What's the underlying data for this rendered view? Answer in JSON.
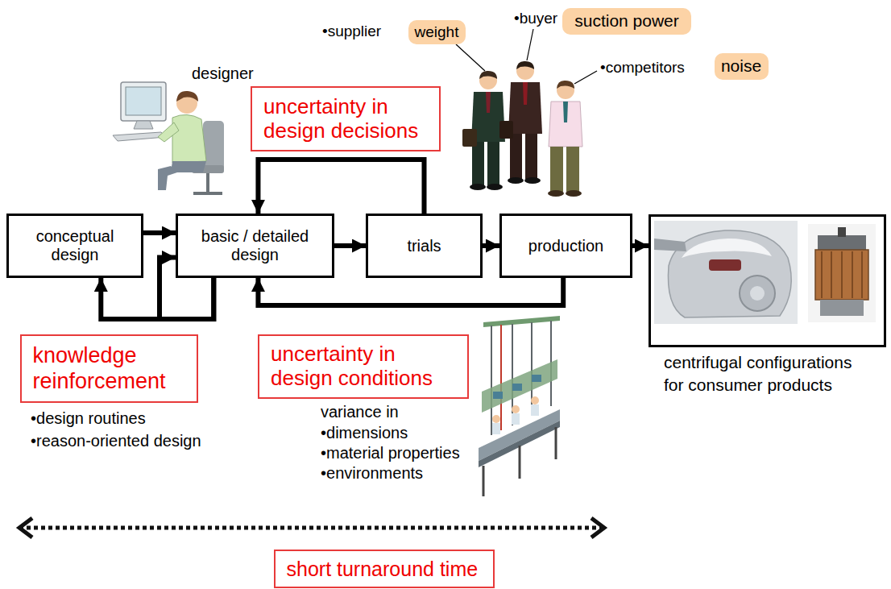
{
  "diagram": {
    "nodes": [
      {
        "text": [
          "weight"
        ]
      },
      {
        "text": [
          "suction power"
        ]
      },
      {
        "text": [
          "noise"
        ]
      },
      {
        "text": [
          "uncertainty in design decisions"
        ]
      },
      {
        "text": [
          "conceptual design"
        ]
      },
      {
        "text": [
          "basic / detailed design"
        ]
      },
      {
        "text": [
          "trials"
        ]
      },
      {
        "text": [
          "production"
        ]
      },
      {
        "text": [
          "centrifugal configurations for consumer products"
        ]
      },
      {
        "text": [
          "knowledge reinforcement"
        ]
      },
      {
        "text": [
          "uncertainty in design conditions"
        ]
      },
      {
        "text": [
          "short turnaround time"
        ]
      }
    ],
    "edges": [
      {
        "from": 4,
        "to": 5,
        "arrow": "to"
      },
      {
        "from": 5,
        "to": 6,
        "arrow": "to"
      },
      {
        "from": 6,
        "to": 7,
        "arrow": "to"
      },
      {
        "from": 7,
        "to": 8,
        "arrow": "to"
      },
      {
        "from": 6,
        "to": 5,
        "arrow": "to"
      },
      {
        "from": 7,
        "to": 5,
        "arrow": "to"
      },
      {
        "from": 5,
        "to": 4,
        "arrow": "to"
      },
      {
        "from": 5,
        "to": 5,
        "arrow": "to"
      }
    ],
    "labels": [
      "designer",
      "•supplier",
      "•buyer",
      "•competitors",
      "•design routines",
      "•reason-oriented design",
      "variance in",
      "•dimensions",
      "•material properties",
      "•environments"
    ]
  }
}
